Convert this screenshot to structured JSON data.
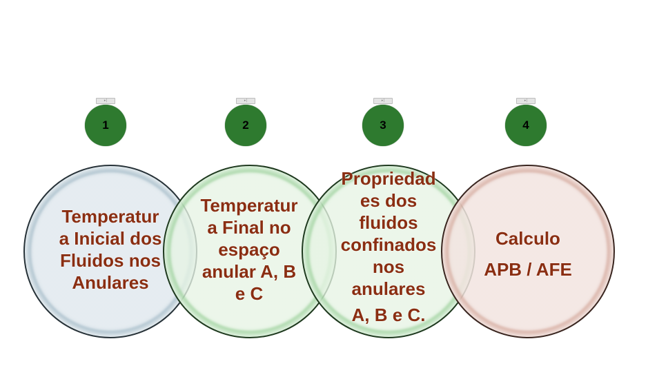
{
  "steps": [
    {
      "number": "1",
      "lines": [
        "Temperatur",
        "a Inicial dos",
        "Fluidos nos",
        "Anulares"
      ],
      "color": "#dfe7ec"
    },
    {
      "number": "2",
      "lines": [
        "Temperatur",
        "a Final no",
        "espaço",
        "anular A, B",
        "e C"
      ],
      "color": "#e6f3e4"
    },
    {
      "number": "3",
      "lines": [
        "Propriedad",
        "es dos",
        "fluidos",
        "confinados",
        "nos",
        "anulares",
        "A, B e C."
      ],
      "color": "#e6f3e4"
    },
    {
      "number": "4",
      "lines": [
        "Calculo",
        "APB / AFE"
      ],
      "color": "#f1e2de"
    }
  ],
  "colors": {
    "label_text": "#8a2e12",
    "number_badge": "#2e7a2f",
    "background": "#ffffff"
  },
  "tab_glyph": "▸|"
}
